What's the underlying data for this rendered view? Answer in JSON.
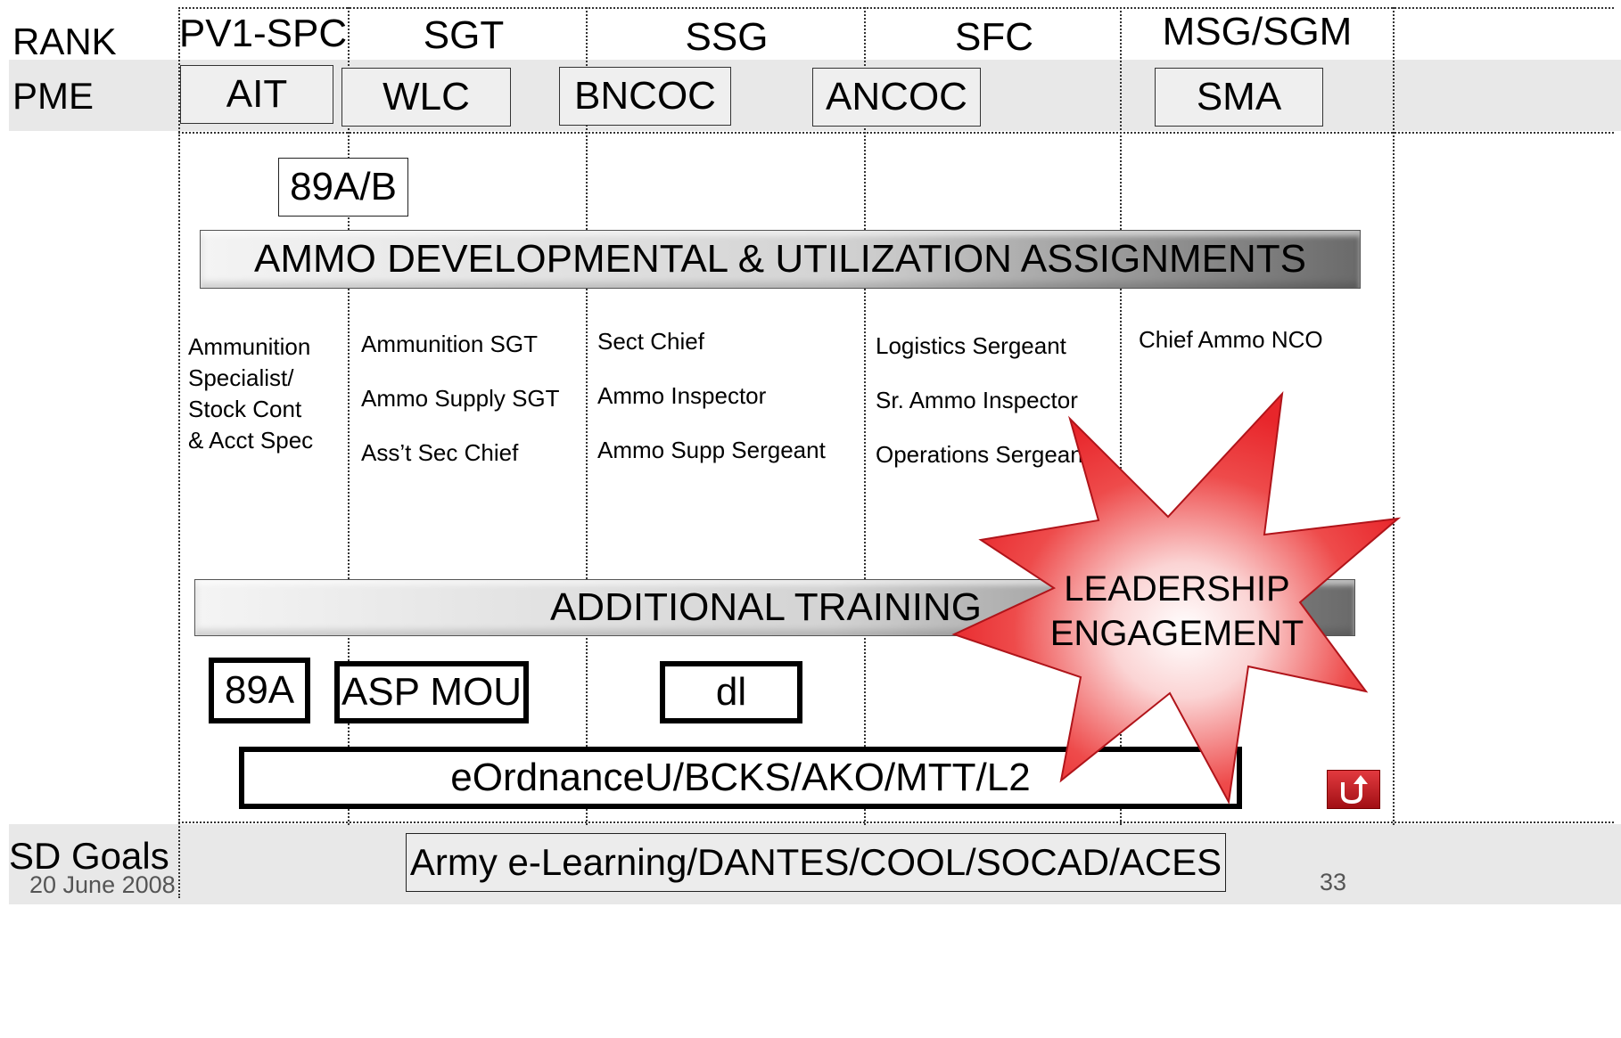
{
  "rows": {
    "rank_label": "RANK",
    "pme_label": "PME",
    "sd_label": "SD Goals"
  },
  "ranks": [
    "PV1-SPC",
    "SGT",
    "SSG",
    "SFC",
    "MSG/SGM"
  ],
  "pme_courses": [
    "AIT",
    "WLC",
    "BNCOC",
    "ANCOC",
    "SMA"
  ],
  "mos_box": "89A/B",
  "assignments_bar": "AMMO DEVELOPMENTAL &  UTILIZATION ASSIGNMENTS",
  "assignments": [
    [
      "Ammunition",
      "Specialist/",
      "Stock Cont",
      "& Acct Spec"
    ],
    [
      "Ammunition SGT",
      "Ammo Supply SGT",
      "Ass’t Sec Chief"
    ],
    [
      "Sect Chief",
      "Ammo Inspector",
      "Ammo Supp Sergeant"
    ],
    [
      "Logistics Sergeant",
      "Sr. Ammo Inspector",
      "Operations Sergeant"
    ],
    [
      "Chief Ammo NCO"
    ]
  ],
  "training_bar": "ADDITIONAL TRAINING",
  "training_items": [
    "89A",
    "ASP MOU",
    "dl"
  ],
  "online_resources": "eOrdnanceU/BCKS/AKO/MTT/L2",
  "starburst": [
    "LEADERSHIP",
    "ENGAGEMENT"
  ],
  "sd_goals_box": "Army e-Learning/DANTES/COOL/SOCAD/ACES",
  "footer": {
    "date": "20 June 2008",
    "page_number": "33"
  },
  "colors": {
    "starburst_fill": "#e8262b",
    "starburst_center": "#ffffff",
    "band_gray": "#e8e8e8",
    "return_button": "#c4161c"
  },
  "icons": [
    "return-arrow-icon"
  ]
}
